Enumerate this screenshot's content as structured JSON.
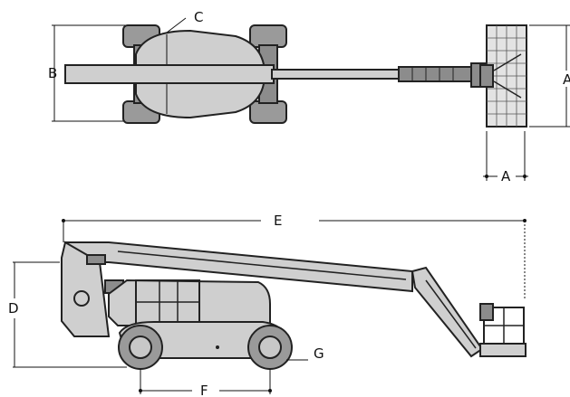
{
  "labels": {
    "A_top": "A",
    "A_side": "A",
    "B": "B",
    "C": "C",
    "D": "D",
    "E": "E",
    "F": "F",
    "G": "G"
  },
  "colors": {
    "body": "#cfcfcf",
    "outline": "#222222",
    "dimension_line": "#111111"
  }
}
